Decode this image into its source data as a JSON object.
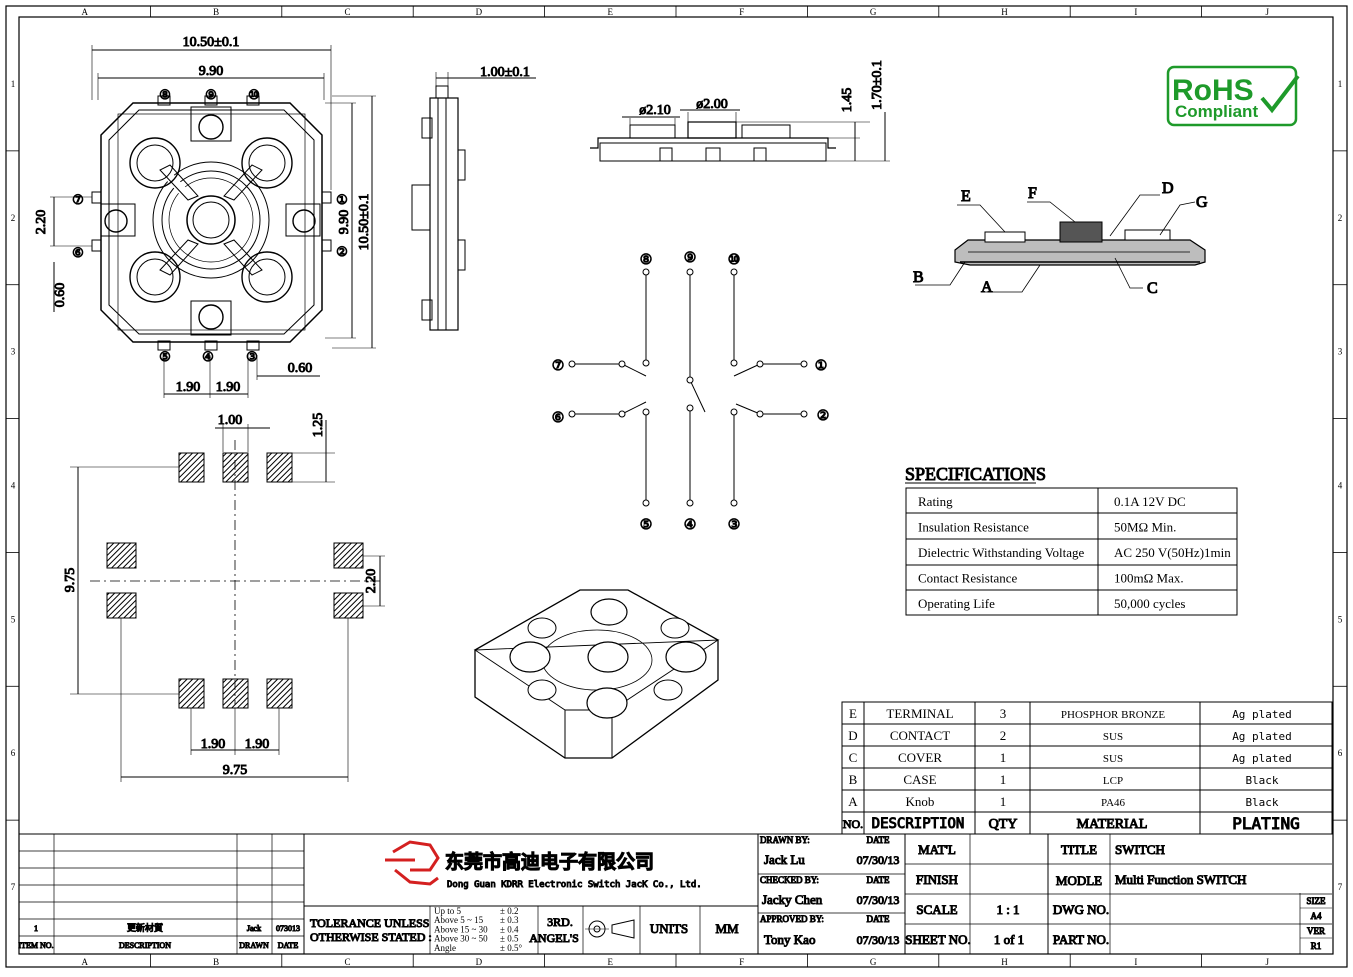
{
  "frame": {
    "columns": [
      "A",
      "B",
      "C",
      "D",
      "E",
      "F",
      "G",
      "H",
      "I",
      "J"
    ],
    "rows": [
      "1",
      "2",
      "3",
      "4",
      "5",
      "6",
      "7"
    ]
  },
  "top_view": {
    "dims": {
      "overall_width": "10.50±0.1",
      "inner_width": "9.90",
      "overall_height": "10.50±0.1",
      "inner_height": "9.90",
      "pin_gap": "2.20",
      "pin_width": "0.60",
      "pitch_a": "1.90",
      "pitch_b": "1.90",
      "pin_len": "0.60"
    },
    "pins": {
      "p1": "①",
      "p2": "②",
      "p3": "③",
      "p4": "④",
      "p5": "⑤",
      "p6": "⑥",
      "p7": "⑦",
      "p8": "⑧",
      "p9": "⑨",
      "p10": "⑩"
    }
  },
  "side_view": {
    "dim": "1.00±0.1"
  },
  "front_view": {
    "d1": "ø2.10",
    "d2": "ø2.00",
    "h1": "1.45",
    "h2": "1.70±0.1"
  },
  "section_view": {
    "labels": {
      "a": "A",
      "b": "B",
      "c": "C",
      "d": "D",
      "e": "E",
      "f": "F",
      "g": "G"
    }
  },
  "footprint": {
    "pad_w": "1.00",
    "pad_h": "1.25",
    "height": "9.75",
    "side_gap": "2.20",
    "pitch_a": "1.90",
    "pitch_b": "1.90",
    "width": "9.75"
  },
  "schematic": {
    "pins": [
      "⑧",
      "⑨",
      "⑩",
      "⑦",
      "①",
      "⑥",
      "②",
      "⑤",
      "④",
      "③"
    ]
  },
  "rohs": {
    "line1": "RoHS",
    "line2": "Compliant",
    "color": "#1e9a2a"
  },
  "specifications": {
    "title": "SPECIFICATIONS",
    "rows": [
      {
        "item": "Rating",
        "value": "0.1A 12V DC"
      },
      {
        "item": "Insulation Resistance",
        "value": "50MΩ Min."
      },
      {
        "item": "Dielectric Withstanding Voltage",
        "value": "AC 250 V(50Hz)1min"
      },
      {
        "item": "Contact Resistance",
        "value": "100mΩ Max."
      },
      {
        "item": "Operating Life",
        "value": "50,000 cycles"
      }
    ]
  },
  "bom": {
    "rows": [
      {
        "no": "E",
        "desc": "TERMINAL",
        "qty": "3",
        "material": "PHOSPHOR BRONZE",
        "plating": "Ag plated"
      },
      {
        "no": "D",
        "desc": "CONTACT",
        "qty": "2",
        "material": "SUS",
        "plating": "Ag plated"
      },
      {
        "no": "C",
        "desc": "COVER",
        "qty": "1",
        "material": "SUS",
        "plating": "Ag plated"
      },
      {
        "no": "B",
        "desc": "CASE",
        "qty": "1",
        "material": "LCP",
        "plating": "Black"
      },
      {
        "no": "A",
        "desc": "Knob",
        "qty": "1",
        "material": "PA46",
        "plating": "Black"
      }
    ],
    "header": {
      "no": "NO.",
      "desc": "DESCRIPTION",
      "qty": "QTY",
      "material": "MATERIAL",
      "plating": "PLATING"
    }
  },
  "revision": {
    "item": "1",
    "description": "更新材質",
    "drawn": "Jack",
    "date": "073013",
    "h_item": "ITEM NO.",
    "h_desc": "DESCRIPTION",
    "h_drawn": "DRAWN",
    "h_date": "DATE"
  },
  "company": {
    "name_cn": "东莞市高迪电子有限公司",
    "name_en": "Dong Guan KDRR  Electronic Switch JacK Co., Ltd.",
    "logo_color": "#d42020"
  },
  "tolerance": {
    "l1": "TOLERANCE UNLESS",
    "l2": "OTHERWISE STATED :",
    "ranges": [
      "Up to 5",
      "Above 5  ~ 15",
      "Above 15 ~ 30",
      "Above 30 ~ 50",
      "Angle"
    ],
    "values": [
      "± 0.2",
      "± 0.3",
      "± 0.4",
      "± 0.5",
      "± 0.5°"
    ],
    "angle1": "3RD.",
    "angle2": "ANGEL'S",
    "units_label": "UNITS",
    "units": "MM"
  },
  "approvals": {
    "drawn_label": "DRAWN BY:",
    "drawn_name": "Jack  Lu",
    "drawn_date": "07/30/13",
    "checked_label": "CHECKED BY:",
    "checked_name": "Jacky Chen",
    "checked_date": "07/30/13",
    "approved_label": "APPROVED BY:",
    "approved_name": "Tony Kao",
    "approved_date": "07/30/13",
    "date_label": "DATE"
  },
  "title_block": {
    "matl_label": "MAT'L",
    "finish_label": "FINISH",
    "scale_label": "SCALE",
    "scale": "1 : 1",
    "sheet_label": "SHEET NO.",
    "sheet": "1 of 1",
    "title_label": "TITLE",
    "title": "SWITCH",
    "model_label": "MODLE",
    "model": "Multi Function   SWITCH",
    "dwg_label": "DWG NO.",
    "part_label": "PART NO.",
    "size_label": "SIZE",
    "size": "A4",
    "ver_label": "VER",
    "ver": "R1"
  }
}
